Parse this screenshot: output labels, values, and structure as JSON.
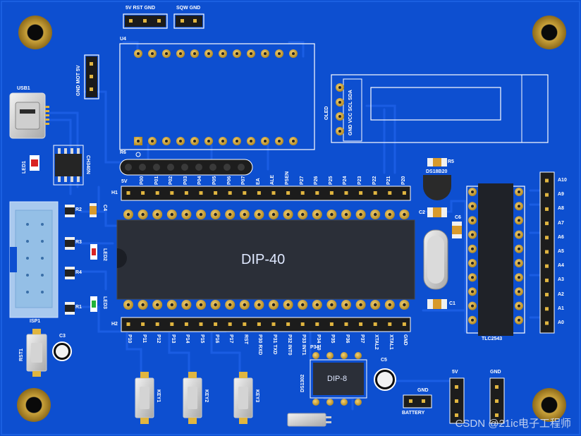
{
  "board": {
    "chips": {
      "dip40": "DIP-40",
      "dip8": "DIP-8"
    },
    "top_header": {
      "left": "5V RST GND",
      "right": "SQW GND",
      "u4": "U4"
    },
    "left_power": "GND MOT 5V",
    "usb": "USB1",
    "led1": "LED1",
    "ch340": "CH340N",
    "r6": "R6",
    "oled": {
      "name": "OLED",
      "pins": "GND VCC SCL SDA"
    },
    "ds18b20": "DS18B20",
    "r5": "R5",
    "h1": {
      "name": "H1",
      "left": "5V",
      "pins": [
        "P00",
        "P01",
        "P02",
        "P03",
        "P04",
        "P05",
        "P06",
        "P07",
        "EA",
        "ALE",
        "PSEN",
        "P27",
        "P26",
        "P25",
        "P24",
        "P23",
        "P22",
        "P21",
        "P20"
      ]
    },
    "h2": {
      "name": "H2",
      "pins": [
        "P10",
        "P11",
        "P12",
        "P13",
        "P14",
        "P15",
        "P16",
        "P17",
        "RST",
        "P30 RXD",
        "P31 TXD",
        "P32 INT0",
        "P33 INT1",
        "P34 T0",
        "P35",
        "P36",
        "P37",
        "XTAL2",
        "XTAL1",
        "GND"
      ]
    },
    "passives": {
      "r2": "R2",
      "r3": "R3",
      "r4": "R4",
      "r1": "R1",
      "c4": "C4",
      "c2": "C2",
      "c6": "C6",
      "c1": "C1",
      "c3": "C3",
      "c5": "C5",
      "led2": "LED2",
      "led3": "LED3"
    },
    "isp": "ISP1",
    "rst1": "RST1",
    "keys": [
      "KEY1",
      "KEY2",
      "KEY3"
    ],
    "ds1302": "DS1302",
    "p34": "P34",
    "tlc": "TLC2543",
    "analog": [
      "A10",
      "A9",
      "A8",
      "A7",
      "A6",
      "A5",
      "A4",
      "A3",
      "A2",
      "A1",
      "A0"
    ],
    "v5": "5V",
    "gnd": "GND",
    "battery": {
      "gnd": "GND",
      "label": "BATTERY"
    }
  },
  "watermark": "CSDN @21ic电子工程师",
  "colors": {
    "pcb": "#0d4fd0",
    "silk": "#ffffff",
    "gold": "#c9a23a",
    "chip": "#2b2f38"
  }
}
